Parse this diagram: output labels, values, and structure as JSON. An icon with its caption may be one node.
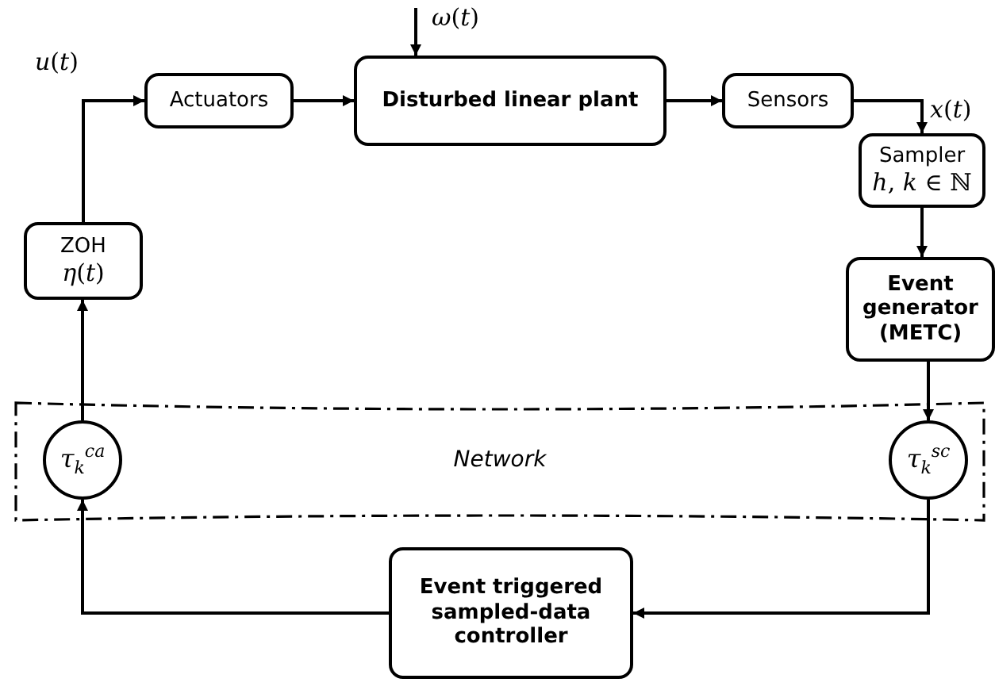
{
  "diagram": {
    "nodes": [
      {
        "text": [
          "Actuators"
        ]
      },
      {
        "text": [
          "Disturbed linear plant"
        ]
      },
      {
        "text": [
          "Sensors"
        ]
      },
      {
        "text": [
          "Sampler",
          "*h*, *k* ∈ ℕ"
        ]
      },
      {
        "text": [
          "Event generator (METC)"
        ]
      },
      {
        "text": [
          "ZOH",
          "*η*(*t*)"
        ]
      },
      {
        "text": [
          "Network"
        ]
      },
      {
        "text": [
          "*τ*$_{k}$$^{ca}$"
        ],
        "in": 6
      },
      {
        "text": [
          "*τ*$_{k}$$^{sc}$"
        ],
        "in": 6
      },
      {
        "text": [
          "Event triggered sampled-data controller"
        ]
      }
    ],
    "edges": [
      {
        "from": 5,
        "to": 0,
        "arrow": "to",
        "label": "*u*(*t*)"
      },
      {
        "from": 0,
        "to": 1,
        "arrow": "to"
      },
      {
        "from": null,
        "to": 1,
        "arrow": "to",
        "label": "*ω*(*t*)"
      },
      {
        "from": 1,
        "to": 2,
        "arrow": "to"
      },
      {
        "from": 2,
        "to": 3,
        "arrow": "to",
        "label": "*x*(*t*)"
      },
      {
        "from": 3,
        "to": 4,
        "arrow": "to"
      },
      {
        "from": 4,
        "to": 8,
        "arrow": "to"
      },
      {
        "from": 8,
        "to": 9,
        "arrow": "to"
      },
      {
        "from": 9,
        "to": 7,
        "arrow": "to"
      },
      {
        "from": 7,
        "to": 5,
        "arrow": "to"
      }
    ]
  }
}
